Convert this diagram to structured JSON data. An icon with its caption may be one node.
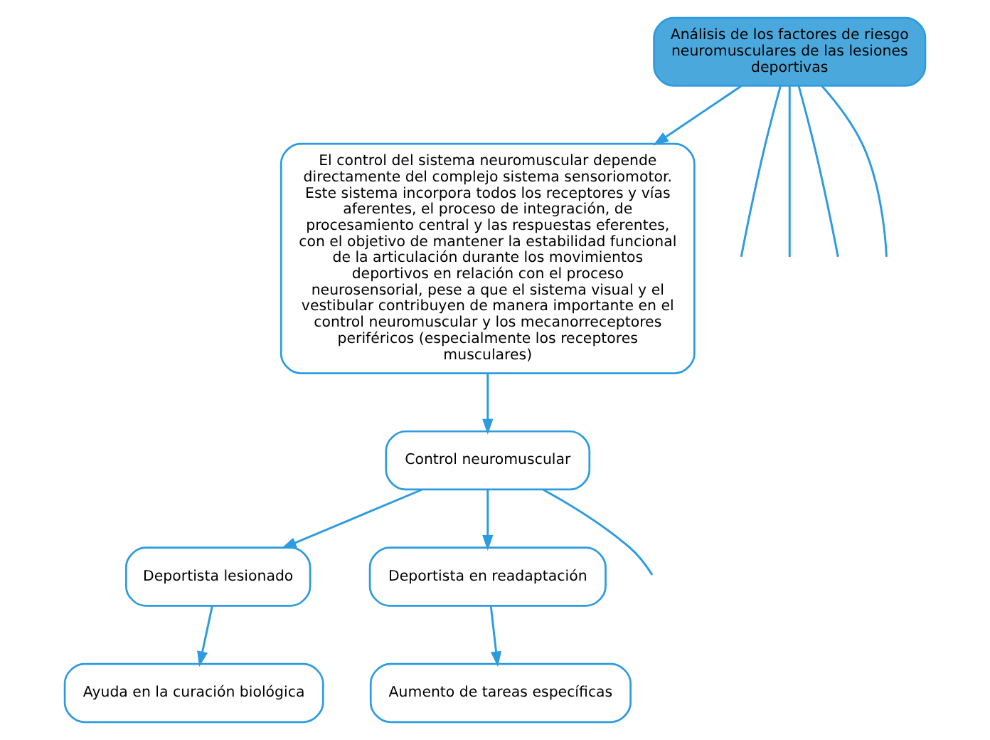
{
  "diagram": {
    "nodes": [
      {
        "text": [
          "Análisis de los factores de riesgo neuromusculares de las lesiones deportivas"
        ]
      },
      {
        "text": [
          "El control del sistema neuromuscular depende directamente del complejo sistema sensoriomotor. Este sistema incorpora todos los receptores y vías aferentes, el proceso de integración, de procesamiento central y las respuestas eferentes, con el objetivo de mantener la estabilidad funcional de la articulación durante los movimientos deportivos en relación con el proceso neurosensorial, pese a que el sistema visual y el vestibular contribuyen de manera importante en el control neuromuscular y los mecanorreceptores periféricos (especialmente los receptores musculares)"
        ]
      },
      {
        "text": [
          "Control neuromuscular"
        ]
      },
      {
        "text": [
          "Deportista lesionado"
        ]
      },
      {
        "text": [
          "Deportista en readaptación"
        ]
      },
      {
        "text": [
          "Ayuda en la curación biológica"
        ]
      },
      {
        "text": [
          "Aumento de tareas específicas"
        ]
      }
    ],
    "edges": [
      {
        "from": 0,
        "to": 1,
        "arrow": "to"
      },
      {
        "from": 1,
        "to": 2,
        "arrow": "to"
      },
      {
        "from": 2,
        "to": 3,
        "arrow": "to"
      },
      {
        "from": 2,
        "to": 4,
        "arrow": "to"
      },
      {
        "from": 3,
        "to": 5,
        "arrow": "to"
      },
      {
        "from": 4,
        "to": 6,
        "arrow": "to"
      },
      {
        "from": 2,
        "to": null,
        "arrow": "none"
      },
      {
        "from": 0,
        "to": null,
        "arrow": "none"
      },
      {
        "from": 0,
        "to": null,
        "arrow": "none"
      },
      {
        "from": 0,
        "to": null,
        "arrow": "none"
      },
      {
        "from": 0,
        "to": null,
        "arrow": "none"
      }
    ]
  }
}
